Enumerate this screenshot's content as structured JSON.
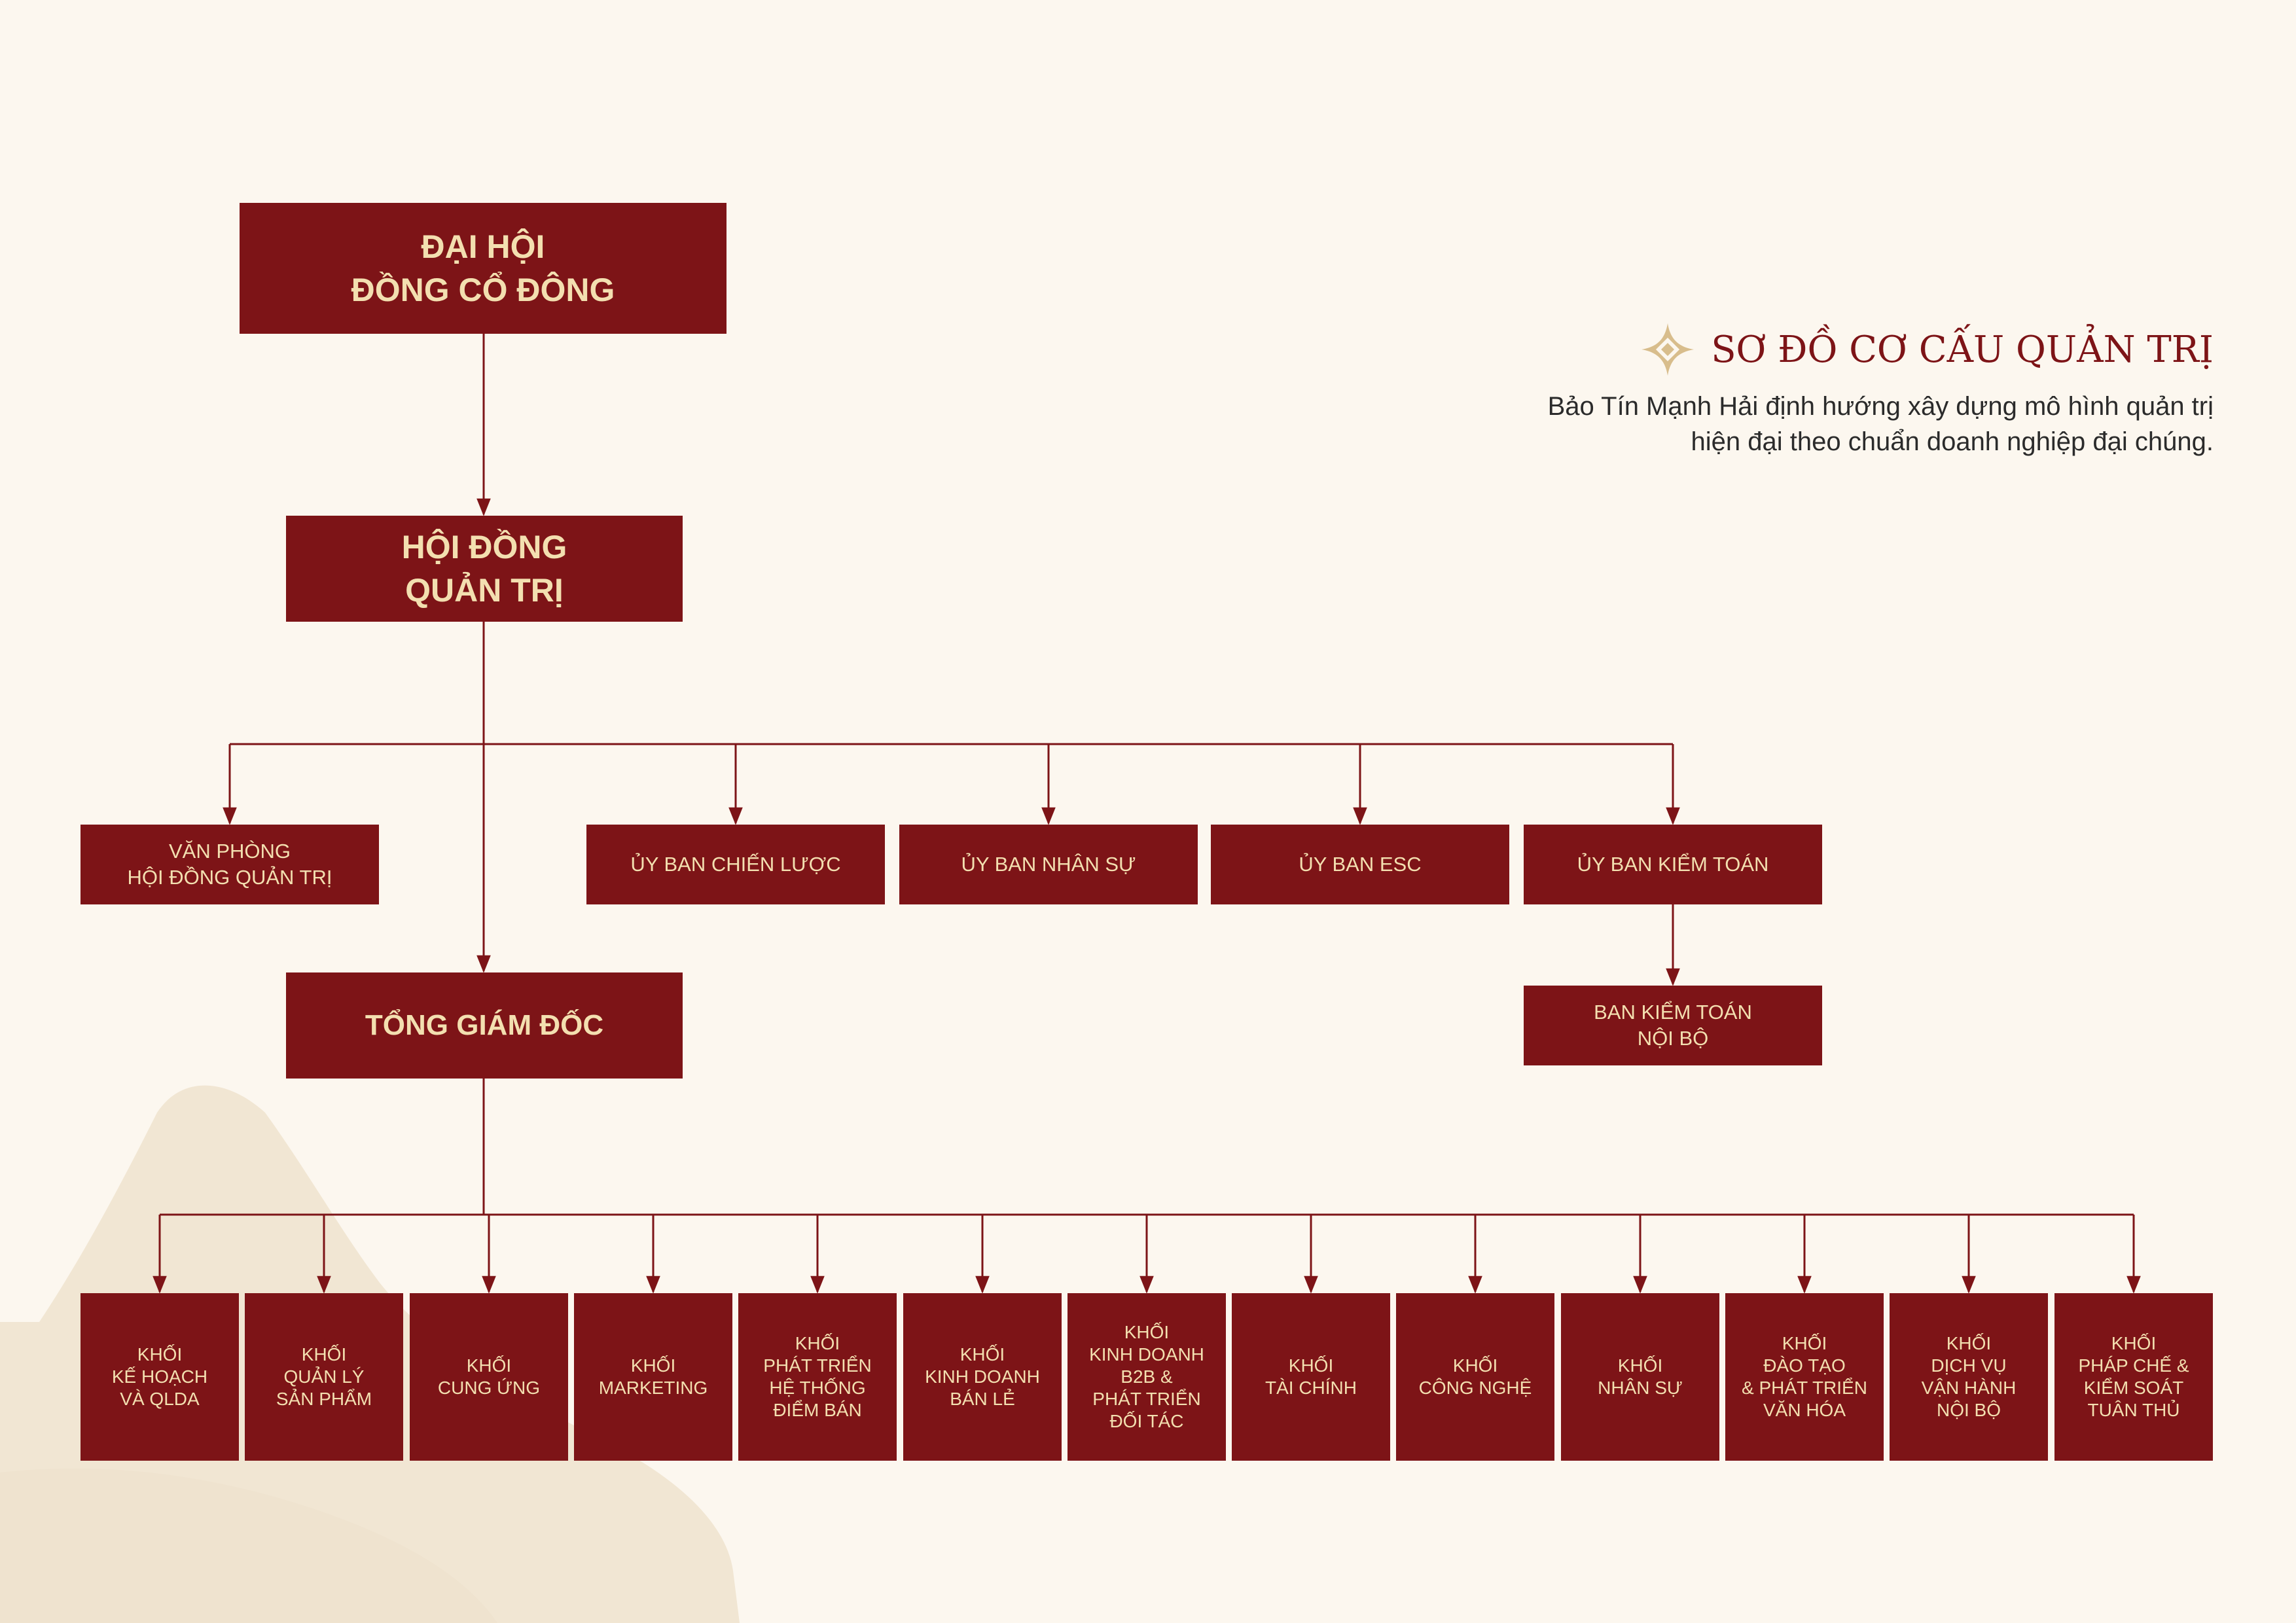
{
  "colors": {
    "background": "#fcf7ef",
    "box": "#7d1417",
    "box_text": "#f3dfb0",
    "line": "#7d1417",
    "title": "#7d1417",
    "ornament": "#d8bd8c",
    "mountain": "#f1e6d3"
  },
  "header": {
    "icon": "diamond-star-icon",
    "title": "SƠ ĐỒ CƠ CẤU QUẢN TRỊ",
    "subtitle": "Bảo Tín Mạnh Hải định hướng xây dựng mô hình quản trị\nhiện đại theo chuẩn doanh nghiệp đại chúng."
  },
  "nodes": {
    "dhdcd": "ĐẠI HỘI\nĐỒNG CỔ ĐÔNG",
    "hdqt": "HỘI ĐỒNG\nQUẢN TRỊ",
    "tgd": "TỔNG GIÁM ĐỐC",
    "vp_hdqt": "VĂN PHÒNG\nHỘI ĐỒNG QUẢN TRỊ",
    "ub_chien_luoc": "ỦY BAN CHIẾN LƯỢC",
    "ub_nhan_su": "ỦY BAN NHÂN SỰ",
    "ub_esc": "ỦY BAN ESC",
    "ub_kiem_toan": "ỦY BAN KIỂM TOÁN",
    "ban_kiem_toan": "BAN KIỂM TOÁN\nNỘI BỘ"
  },
  "divisions": [
    "KHỐI\nKẾ HOẠCH\nVÀ QLDA",
    "KHỐI\nQUẢN LÝ\nSẢN PHẨM",
    "KHỐI\nCUNG ỨNG",
    "KHỐI\nMARKETING",
    "KHỐI\nPHÁT TRIỂN\nHỆ THỐNG\nĐIỂM BÁN",
    "KHỐI\nKINH DOANH\nBÁN LẺ",
    "KHỐI\nKINH DOANH\nB2B &\nPHÁT TRIỂN\nĐỐI TÁC",
    "KHỐI\nTÀI CHÍNH",
    "KHỐI\nCÔNG NGHỆ",
    "KHỐI\nNHÂN SỰ",
    "KHỐI\nĐÀO TẠO\n& PHÁT TRIỂN\nVĂN HÓA",
    "KHỐI\nDỊCH VỤ\nVẬN HÀNH\nNỘI BỘ",
    "KHỐI\nPHÁP CHẾ &\nKIỂM SOÁT\nTUÂN THỦ"
  ]
}
